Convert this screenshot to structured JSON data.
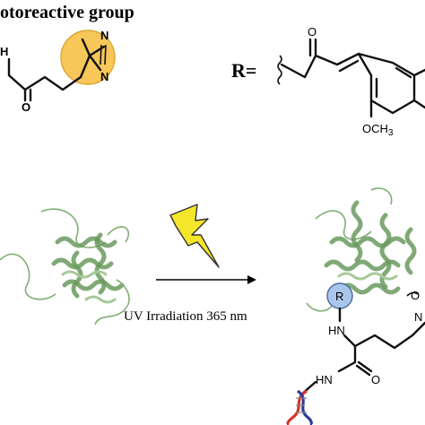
{
  "title": "otoreactive group",
  "r_label": "R=",
  "atoms": {
    "n1": "N",
    "n2": "N",
    "nh_partial": "H",
    "o_amide": "O",
    "o_ketone": "O",
    "och3": "OCH",
    "och3_sub": "3",
    "r_group": "R",
    "hn": "HN",
    "nh": "HN",
    "o_amide2": "O",
    "n_right": "N",
    "o_right": "O"
  },
  "reaction": {
    "label": "UV Irradiation 365 nm"
  },
  "colors": {
    "diazirine_highlight": "#f7c75a",
    "r_circle": "#a9c7ec",
    "protein": "#7fae72",
    "lightning": "#f4e62a",
    "dna_red": "#d8322a",
    "dna_blue": "#2a3c9a"
  }
}
